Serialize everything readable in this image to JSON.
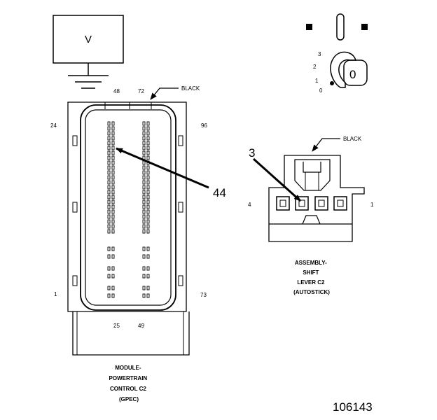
{
  "meter": {
    "symbol": "V"
  },
  "ignition": {
    "positions": [
      "3",
      "2",
      "1",
      "0"
    ],
    "key_label": "0"
  },
  "pcm": {
    "pin_labels": {
      "p48": "48",
      "p72": "72",
      "p24": "24",
      "p96": "96",
      "p1": "1",
      "p73": "73",
      "p25": "25",
      "p49": "49"
    },
    "color_label": "BLACK",
    "callout": "44",
    "caption": [
      "MODULE-",
      "POWERTRAIN",
      "CONTROL C2",
      "(GPEC)"
    ]
  },
  "shift": {
    "color_label": "BLACK",
    "callout": "3",
    "pin_left": "4",
    "pin_right": "1",
    "caption": [
      "ASSEMBLY-",
      "SHIFT",
      "LEVER C2",
      "(AUTOSTICK)"
    ]
  },
  "figure_id": "106143"
}
